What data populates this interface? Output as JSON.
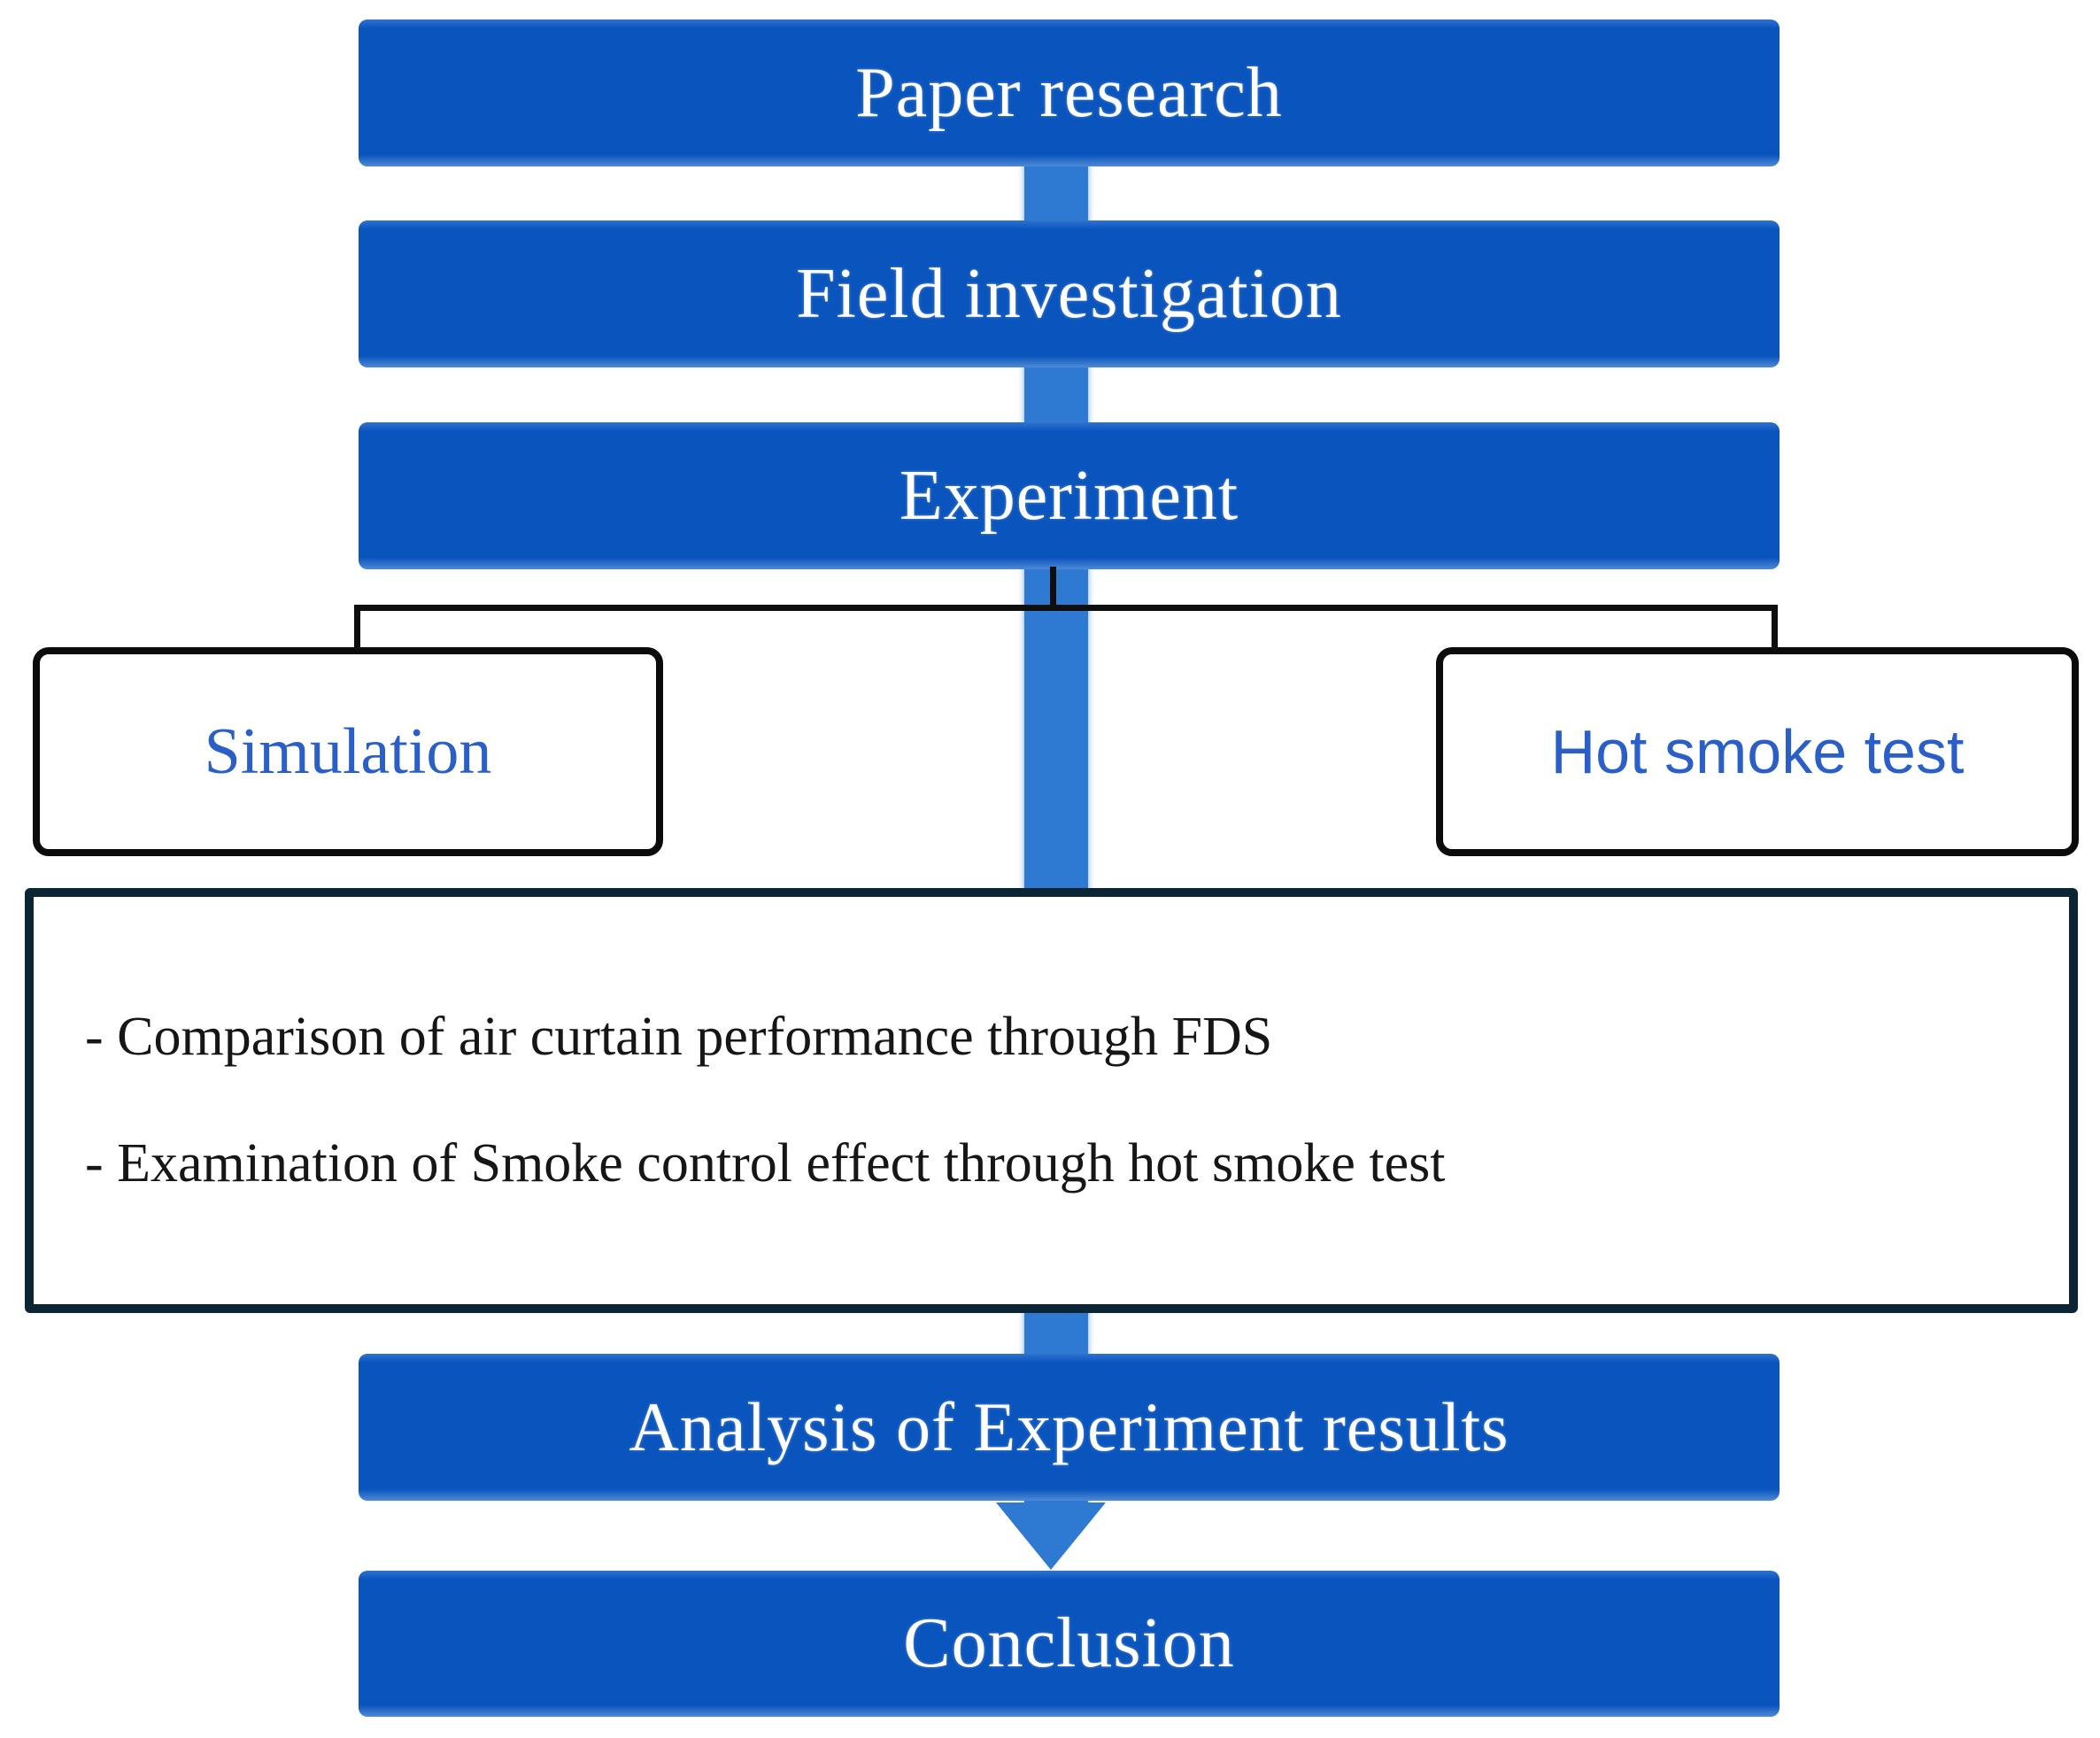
{
  "figure": {
    "type": "flowchart",
    "nodes": {
      "paper_research": {
        "label": "Paper research"
      },
      "field_investigation": {
        "label": "Field investigation"
      },
      "experiment": {
        "label": "Experiment"
      },
      "simulation": {
        "label": "Simulation"
      },
      "hot_smoke_test": {
        "label": "Hot smoke test"
      },
      "analysis": {
        "label": "Analysis of Experiment results"
      },
      "conclusion": {
        "label": "Conclusion"
      }
    },
    "details": {
      "items": [
        "- Comparison of air curtain performance through FDS",
        "- Examination of Smoke control effect through hot smoke test"
      ]
    },
    "colors": {
      "bar_blue": "#0A54BD",
      "connector_band_blue": "#2E79D2",
      "side_label_blue": "#2A5FC8",
      "detail_box_border": "#0C2534",
      "branch_line_black": "#0E0E0E",
      "bar_text": "#FFFFFF",
      "detail_text": "#161616",
      "background": "#FFFFFF"
    }
  }
}
